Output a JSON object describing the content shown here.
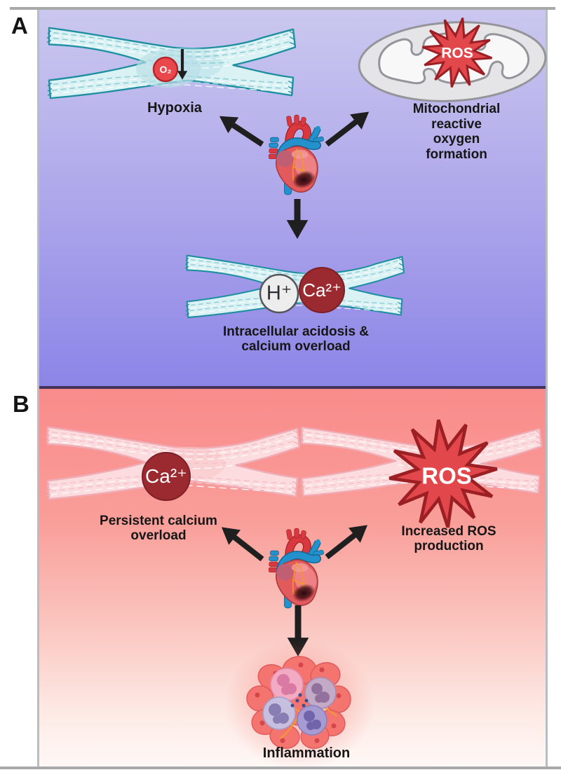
{
  "figure": {
    "panels": {
      "a": {
        "label": "A",
        "items": {
          "hypoxia": "Hypoxia",
          "o2": "O₂",
          "mitochondria": "Mitochondrial reactive\noxygen formation",
          "ros": "ROS",
          "h_ion": "H⁺",
          "calcium": "Ca²⁺",
          "acidosis": "Intracellular acidosis &\ncalcium overload"
        }
      },
      "b": {
        "label": "B",
        "items": {
          "calcium": "Ca²⁺",
          "persistent": "Persistent calcium\noverload",
          "ros": "ROS",
          "increased": "Increased ROS\nproduction",
          "inflammation": "Inflammation"
        }
      }
    },
    "colors": {
      "panel_a_top": "#cac8ef",
      "panel_a_bottom": "#8c85e7",
      "panel_b_top": "#f98b8b",
      "panel_b_bottom": "#fef8f6",
      "fiber_a_fill": "#dbf2f4",
      "fiber_a_stroke": "#1e8fa0",
      "fiber_b_fill": "#fcdcde",
      "fiber_b_stroke": "#efaeb7",
      "ros_star_fill": "#e2474c",
      "ros_star_stroke": "#9c1f24",
      "calcium_circle": "#9b2a30",
      "o2_circle": "#e8474b",
      "h_circle": "#ededee",
      "mitochondrion_fill": "#e5e5e8",
      "arrow": "#1f1f1f"
    }
  }
}
